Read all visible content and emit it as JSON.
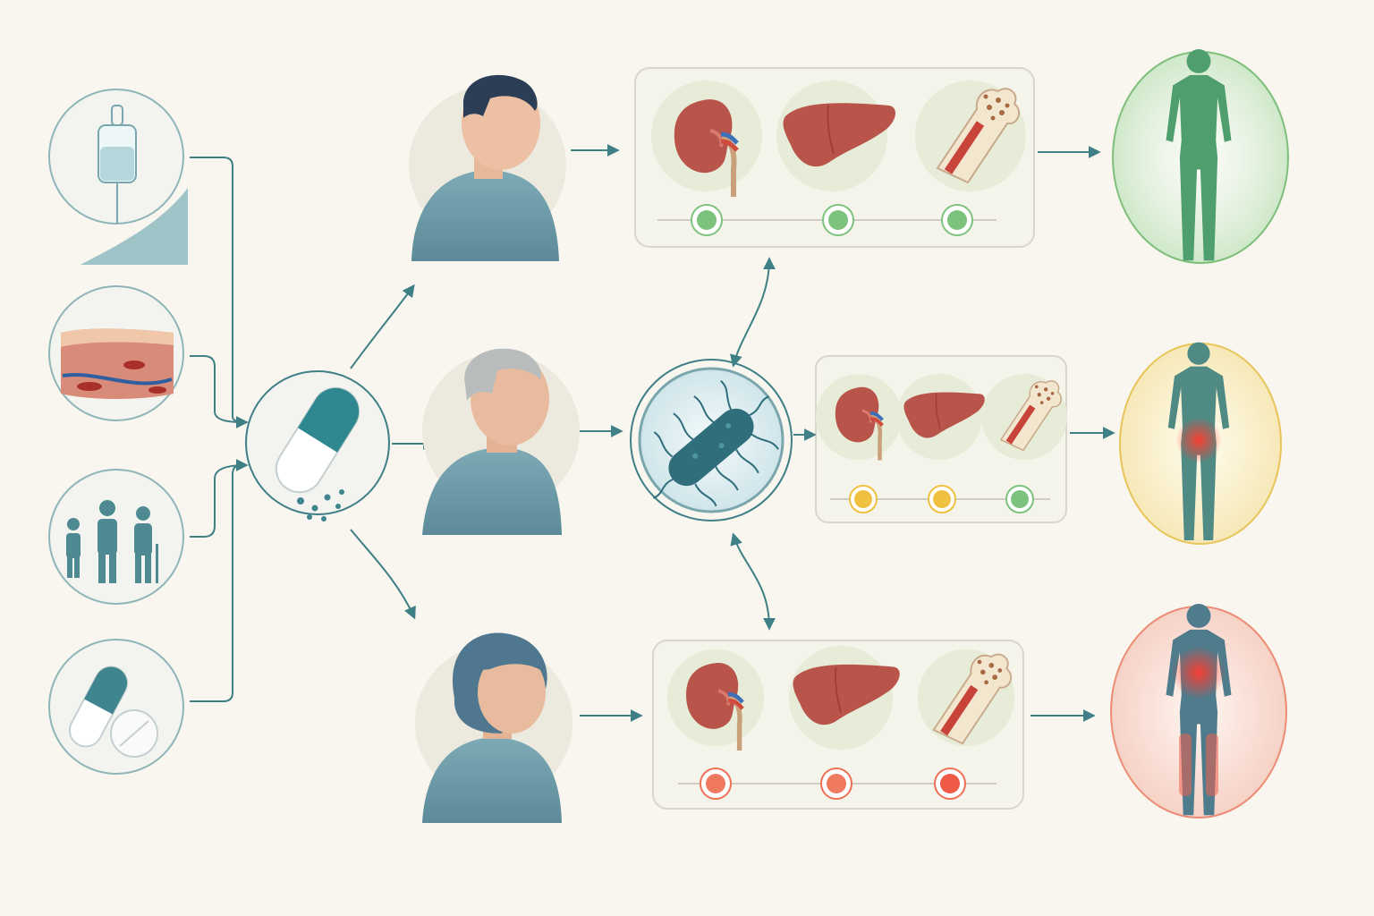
{
  "colors": {
    "background": "#f8f6ee",
    "connector": "#3f7f86",
    "normal": "#7dc27d",
    "moderate": "#f0c040",
    "severe": "#ef6f55",
    "organ": "#b9544a",
    "person": "#6c9aa8"
  },
  "inputs": [
    {
      "icon": "iv-bag-icon"
    },
    {
      "icon": "skin-tissue-icon"
    },
    {
      "icon": "age-groups-icon"
    },
    {
      "icon": "pills-icon"
    }
  ],
  "center": {
    "icon": "capsule-icon"
  },
  "patients": [
    {
      "icon": "young-man-icon",
      "organ_status": [
        "normal",
        "normal",
        "normal"
      ],
      "outcome": "normal"
    },
    {
      "icon": "older-man-icon",
      "organ_status": [
        "moderate",
        "moderate",
        "normal"
      ],
      "outcome": "moderate"
    },
    {
      "icon": "older-woman-icon",
      "organ_status": [
        "severe",
        "severe",
        "severe"
      ],
      "outcome": "severe"
    }
  ],
  "organs": [
    {
      "icon": "kidney-icon"
    },
    {
      "icon": "liver-icon"
    },
    {
      "icon": "bone-icon"
    }
  ],
  "microbe": {
    "icon": "bacterium-icon"
  }
}
